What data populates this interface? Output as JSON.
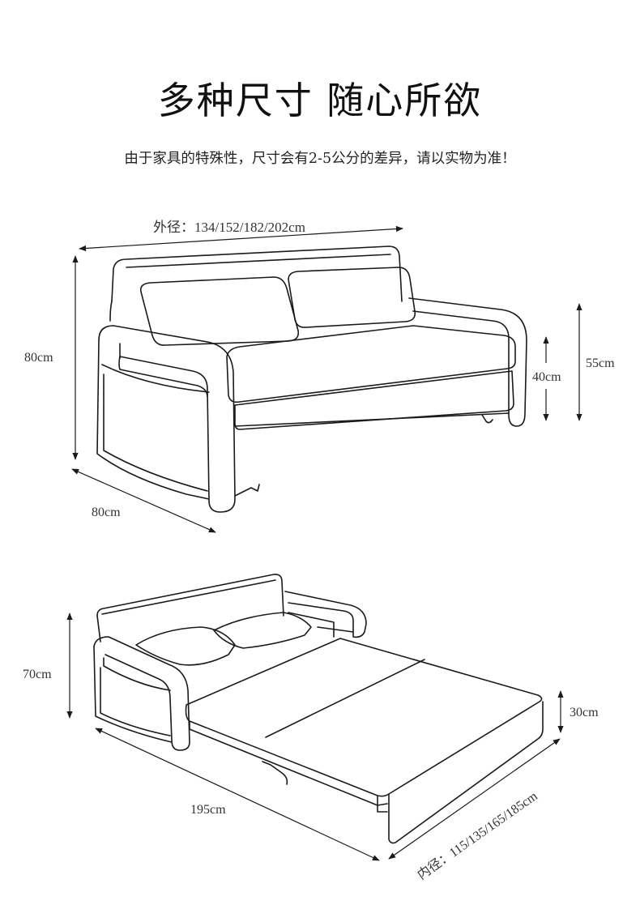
{
  "header": {
    "title": "多种尺寸 随心所欲",
    "subtitle": "由于家具的特殊性，尺寸会有2-5公分的差异，请以实物为准！"
  },
  "sofa_view": {
    "outer_width_label": "外径：134/152/182/202cm",
    "height_label": "80cm",
    "depth_label": "80cm",
    "seat_height_label": "40cm",
    "arm_height_label": "55cm"
  },
  "bed_view": {
    "back_height_label": "70cm",
    "length_label": "195cm",
    "mattress_thickness_label": "30cm",
    "inner_width_label": "内径：115/135/165/185cm"
  },
  "colors": {
    "line": "#1a1a1a",
    "text": "#333333",
    "background": "#ffffff"
  }
}
